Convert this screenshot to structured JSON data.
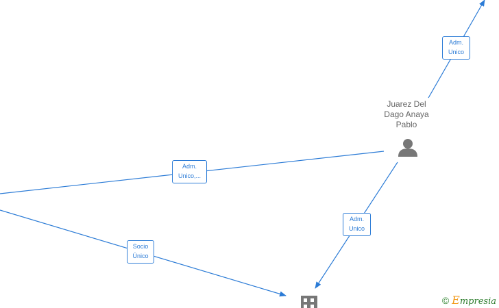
{
  "person": {
    "name_lines": [
      "Juarez Del",
      "Dago Anaya",
      "Pablo"
    ],
    "icon": "person-icon"
  },
  "company": {
    "icon": "building-icon"
  },
  "edges": [
    {
      "id": "top-right",
      "lines": [
        "Adm.",
        "Unico"
      ]
    },
    {
      "id": "left-mid",
      "lines": [
        "Adm.",
        "Unico,..."
      ]
    },
    {
      "id": "person-company",
      "lines": [
        "Adm.",
        "Unico"
      ]
    },
    {
      "id": "left-company",
      "lines": [
        "Socio",
        "Único"
      ]
    }
  ],
  "watermark": {
    "copyright_symbol": "©",
    "brand_initial": "E",
    "brand_rest": "mpresia"
  },
  "colors": {
    "edge": "#2b7bd6",
    "node_icon": "#777777"
  }
}
